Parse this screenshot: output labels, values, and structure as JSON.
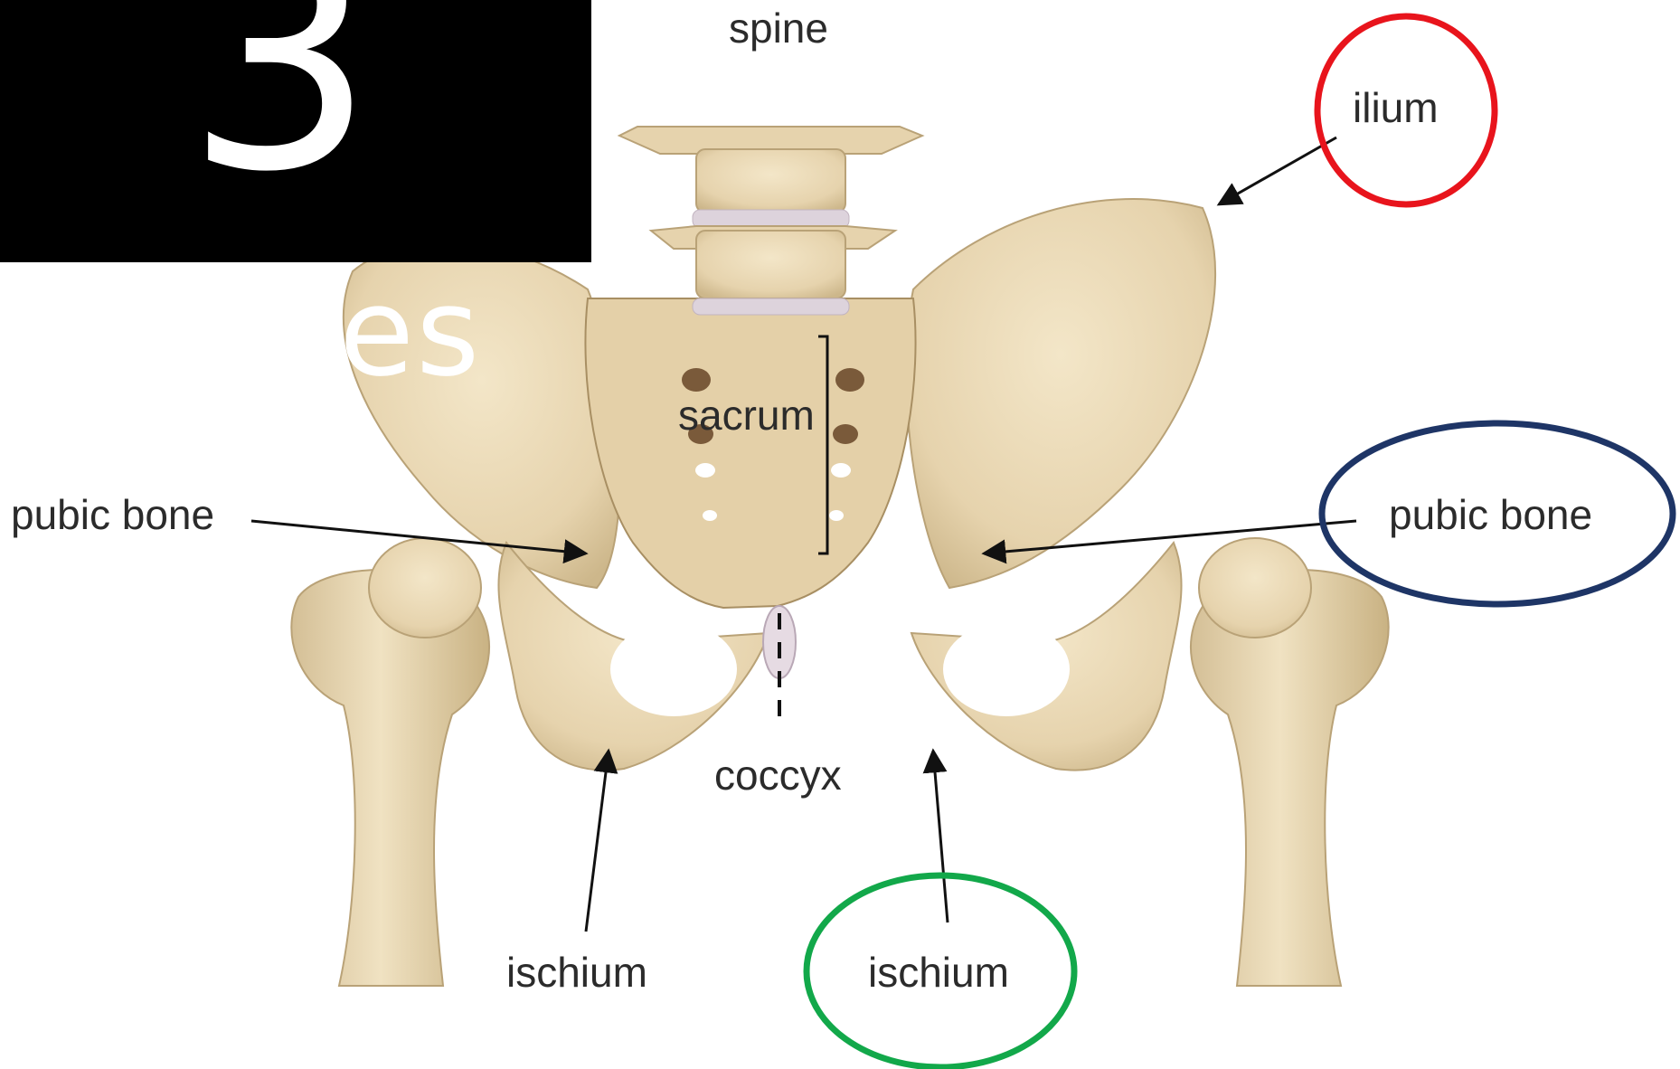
{
  "slide": {
    "number": "3",
    "title_fragment": "es"
  },
  "labels": {
    "spine": "spine",
    "ilium": "ilium",
    "sacrum": "sacrum",
    "pubic_bone_left": "pubic bone",
    "pubic_bone_right": "pubic bone",
    "coccyx": "coccyx",
    "ischium_left": "ischium",
    "ischium_right": "ischium"
  },
  "highlights": {
    "ilium": "#e8141c",
    "pubic_bone": "#1e3566",
    "ischium": "#12a84a"
  },
  "colors": {
    "bone": "#e8d8b6",
    "bone_shadow": "#c9b48a",
    "disc": "#ddd3dc",
    "arrow": "#111111",
    "slide_box": "#000000"
  }
}
